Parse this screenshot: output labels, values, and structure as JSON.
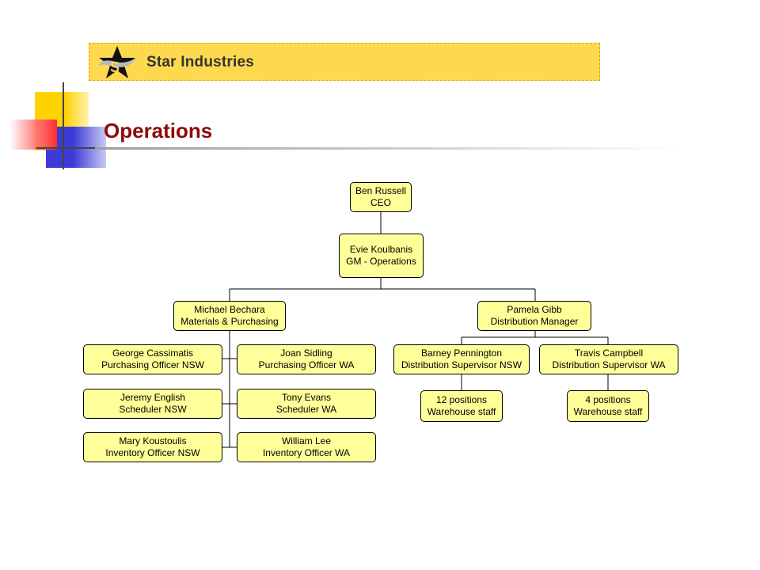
{
  "header": {
    "company_name": "Star Industries",
    "logo_icon": "star-logo-icon",
    "page_title": "Operations"
  },
  "colors": {
    "banner": "#fed94f",
    "node_fill": "#ffff99",
    "title": "#8b0a0a",
    "connector": "#000000"
  },
  "org_chart": {
    "ceo": {
      "name": "Ben Russell",
      "role": "CEO"
    },
    "gm": {
      "name": "Evie Koulbanis",
      "role": "GM - Operations"
    },
    "materials_manager": {
      "name": "Michael Bechara",
      "role": "Materials & Purchasing"
    },
    "distribution_manager": {
      "name": "Pamela Gibb",
      "role": "Distribution Manager"
    },
    "materials_staff": [
      {
        "name": "George Cassimatis",
        "role": "Purchasing Officer NSW"
      },
      {
        "name": "Joan Sidling",
        "role": "Purchasing Officer WA"
      },
      {
        "name": "Jeremy English",
        "role": "Scheduler NSW"
      },
      {
        "name": "Tony Evans",
        "role": "Scheduler WA"
      },
      {
        "name": "Mary Koustoulis",
        "role": "Inventory Officer NSW"
      },
      {
        "name": "William Lee",
        "role": "Inventory Officer WA"
      }
    ],
    "distribution_supervisors": [
      {
        "name": "Barney Pennington",
        "role": "Distribution Supervisor NSW"
      },
      {
        "name": "Travis Campbell",
        "role": "Distribution Supervisor WA"
      }
    ],
    "warehouse_staff": [
      {
        "name": "12 positions",
        "role": "Warehouse staff"
      },
      {
        "name": "4 positions",
        "role": "Warehouse staff"
      }
    ]
  }
}
